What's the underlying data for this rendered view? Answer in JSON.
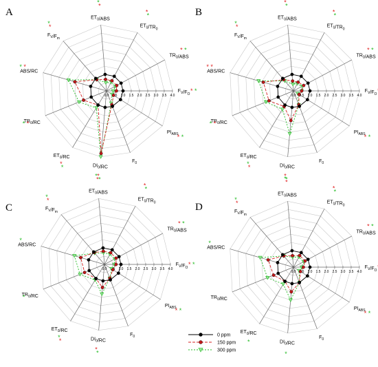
{
  "legend": [
    {
      "name": "0 ppm",
      "color": "#000000",
      "marker": "circle",
      "dash": ""
    },
    {
      "name": "150 ppm",
      "color": "#d42020",
      "marker": "circle",
      "dash": "4,2"
    },
    {
      "name": "300 ppm",
      "color": "#22bb22",
      "marker": "triangle",
      "dash": "2,2"
    }
  ],
  "colors": {
    "red_star": "#e02020",
    "green_star": "#22bb22",
    "web": "#c8c8c8"
  },
  "chart_data": [
    {
      "type": "radar",
      "panel": "A",
      "axes": [
        "F_V/F_O",
        "PI_ABS",
        "F_0",
        "DI_0/RC",
        "ET_0/RC",
        "TR_0/RC",
        "ABS/RC",
        "F_V/F_m",
        "ET_0/ABS",
        "ET_0/TR_0",
        "TR_0/ABS"
      ],
      "axis_labels": [
        "Fv/Fo",
        "PIABS",
        "F0",
        "DI0/RC",
        "ET0/RC",
        "TR0/RC",
        "ABS/RC",
        "Fv/Fm",
        "ET0/ABS",
        "ET0/TR0",
        "TR0/ABS"
      ],
      "ticks": [
        "0.0",
        "0.5",
        "1.0",
        "1.5",
        "2.0",
        "2.5",
        "3.0",
        "3.5",
        "4.0"
      ],
      "rlim": [
        0,
        4
      ],
      "series": [
        {
          "name": "0 ppm",
          "values": [
            1,
            1,
            1,
            1,
            1,
            1,
            1,
            1,
            1,
            1,
            1
          ]
        },
        {
          "name": "150 ppm",
          "values": [
            0.6,
            0.5,
            0.9,
            3.8,
            1.0,
            1.5,
            2.0,
            0.9,
            0.7,
            0.7,
            0.7
          ]
        },
        {
          "name": "300 ppm",
          "values": [
            0.4,
            0.4,
            0.8,
            4.0,
            1.2,
            1.8,
            2.4,
            0.9,
            0.5,
            0.6,
            0.6
          ]
        }
      ],
      "stars": [
        {
          "axis": 0,
          "marks": [
            "red",
            "green"
          ]
        },
        {
          "axis": 1,
          "marks": [
            "red",
            "green"
          ]
        },
        {
          "axis": 3,
          "marks": [
            "red",
            "green"
          ]
        },
        {
          "axis": 4,
          "marks": [
            "red",
            "green"
          ]
        },
        {
          "axis": 5,
          "marks": [
            "green",
            "red"
          ]
        },
        {
          "axis": 6,
          "marks": [
            "green",
            "red"
          ]
        },
        {
          "axis": 7,
          "marks": [
            "green",
            "red"
          ]
        },
        {
          "axis": 8,
          "marks": [
            "green",
            "red"
          ]
        },
        {
          "axis": 9,
          "marks": [
            "red",
            "green"
          ]
        },
        {
          "axis": 10,
          "marks": [
            "red",
            "green"
          ]
        }
      ]
    },
    {
      "type": "radar",
      "panel": "B",
      "axes": [
        "F_V/F_O",
        "PI_ABS",
        "F_0",
        "DI_0/RC",
        "ET_0/RC",
        "TR_0/RC",
        "ABS/RC",
        "F_V/F_m",
        "ET_0/ABS",
        "ET_0/TR_0",
        "TR_0/ABS"
      ],
      "axis_labels": [
        "Fv/Fo",
        "PIABS",
        "F0",
        "DI0/RC",
        "ET0/RC",
        "TR0/RC",
        "ABS/RC",
        "Fv/Fm",
        "ET0/ABS",
        "ET0/TR0",
        "TR0/ABS"
      ],
      "ticks": [
        "0.0",
        "0.5",
        "1.0",
        "1.5",
        "2.0",
        "2.5",
        "3.0",
        "3.5",
        "4.0"
      ],
      "rlim": [
        0,
        4
      ],
      "series": [
        {
          "name": "0 ppm",
          "values": [
            1,
            1,
            1,
            1,
            1,
            1,
            1,
            1,
            1,
            1,
            1
          ]
        },
        {
          "name": "150 ppm",
          "values": [
            0.5,
            0.4,
            0.9,
            1.8,
            1.1,
            1.6,
            1.9,
            0.9,
            0.6,
            0.6,
            0.7
          ]
        },
        {
          "name": "300 ppm",
          "values": [
            0.5,
            0.3,
            0.9,
            2.6,
            1.3,
            1.8,
            2.2,
            0.8,
            0.4,
            0.5,
            0.6
          ]
        }
      ],
      "stars": [
        {
          "axis": 0,
          "marks": [
            "red",
            "green"
          ]
        },
        {
          "axis": 1,
          "marks": [
            "red",
            "green"
          ]
        },
        {
          "axis": 3,
          "marks": [
            "red",
            "green"
          ]
        },
        {
          "axis": 4,
          "marks": [
            "green",
            "red"
          ]
        },
        {
          "axis": 5,
          "marks": [
            "green",
            "red"
          ]
        },
        {
          "axis": 6,
          "marks": [
            "red",
            "red"
          ]
        },
        {
          "axis": 7,
          "marks": [
            "green",
            "red"
          ]
        },
        {
          "axis": 8,
          "marks": [
            "red",
            "green"
          ]
        },
        {
          "axis": 9,
          "marks": [
            "red",
            "green"
          ]
        },
        {
          "axis": 10,
          "marks": [
            "red",
            "green"
          ]
        }
      ]
    },
    {
      "type": "radar",
      "panel": "C",
      "axes": [
        "F_V/F_O",
        "PI_ABS",
        "F_0",
        "DI_0/RC",
        "ET_0/RC",
        "TR_0/RC",
        "ABS/RC",
        "F_V/F_m",
        "ET_0/ABS",
        "ET_0/TR_0",
        "TR_0/ABS"
      ],
      "axis_labels": [
        "Fv/Fo",
        "PIABS",
        "F0",
        "DI0/RC",
        "ET0/RC",
        "TR0/RC",
        "ABS/RC",
        "Fv/Fm",
        "ET0/ABS",
        "ET0/TR0",
        "TR0/ABS"
      ],
      "ticks": [
        "0.0",
        "0.5",
        "1.0",
        "1.5",
        "2.0",
        "2.5",
        "3.0",
        "3.5",
        "4.0"
      ],
      "rlim": [
        0,
        4
      ],
      "series": [
        {
          "name": "0 ppm",
          "values": [
            1,
            1,
            1,
            1,
            1,
            1,
            1,
            1,
            1,
            1,
            1
          ]
        },
        {
          "name": "150 ppm",
          "values": [
            0.7,
            0.6,
            0.9,
            1.4,
            1.0,
            1.3,
            1.5,
            0.95,
            0.8,
            0.8,
            0.8
          ]
        },
        {
          "name": "300 ppm",
          "values": [
            0.6,
            0.5,
            0.9,
            1.8,
            1.1,
            1.6,
            1.9,
            0.9,
            0.7,
            0.7,
            0.7
          ]
        }
      ],
      "stars": [
        {
          "axis": 0,
          "marks": [
            "red",
            "green"
          ]
        },
        {
          "axis": 1,
          "marks": [
            "red",
            "green"
          ]
        },
        {
          "axis": 3,
          "marks": [
            "red",
            "green"
          ]
        },
        {
          "axis": 4,
          "marks": [
            "green",
            "red"
          ]
        },
        {
          "axis": 5,
          "marks": [
            "green"
          ]
        },
        {
          "axis": 6,
          "marks": [
            "green"
          ]
        },
        {
          "axis": 7,
          "marks": [
            "green",
            "red"
          ]
        },
        {
          "axis": 8,
          "marks": [
            "green",
            "red"
          ]
        },
        {
          "axis": 9,
          "marks": [
            "red",
            "green"
          ]
        },
        {
          "axis": 10,
          "marks": [
            "red",
            "green"
          ]
        }
      ]
    },
    {
      "type": "radar",
      "panel": "D",
      "axes": [
        "F_V/F_O",
        "PI_ABS",
        "F_0",
        "DI_0/RC",
        "ET_0/RC",
        "TR_0/RC",
        "ABS/RC",
        "F_V/F_m",
        "ET_0/ABS",
        "ET_0/TR_0",
        "TR_0/ABS"
      ],
      "axis_labels": [
        "Fv/Fo",
        "PIABS",
        "F0",
        "DI0/RC",
        "ET0/RC",
        "TR0/RC",
        "ABS/RC",
        "Fv/Fm",
        "ET0/ABS",
        "ET0/TR0",
        "TR0/ABS"
      ],
      "ticks": [
        "0.0",
        "0.5",
        "1.0",
        "1.5",
        "2.0",
        "2.5",
        "3.0",
        "3.5",
        "4.0"
      ],
      "rlim": [
        0,
        4
      ],
      "series": [
        {
          "name": "0 ppm",
          "values": [
            1,
            1,
            1,
            1,
            1,
            1,
            1,
            1,
            1,
            1,
            1
          ]
        },
        {
          "name": "150 ppm",
          "values": [
            0.6,
            0.5,
            1.0,
            1.5,
            1.0,
            1.3,
            1.6,
            0.9,
            0.7,
            0.8,
            0.8
          ]
        },
        {
          "name": "300 ppm",
          "values": [
            0.5,
            0.4,
            1.0,
            2.0,
            1.2,
            1.7,
            2.1,
            0.9,
            0.6,
            0.7,
            0.7
          ]
        }
      ],
      "stars": [
        {
          "axis": 0,
          "marks": [
            "red",
            "green"
          ]
        },
        {
          "axis": 1,
          "marks": [
            "red",
            "green"
          ]
        },
        {
          "axis": 3,
          "marks": [
            "green"
          ]
        },
        {
          "axis": 4,
          "marks": [
            "green"
          ]
        },
        {
          "axis": 6,
          "marks": [
            "green"
          ]
        },
        {
          "axis": 7,
          "marks": [
            "green",
            "red"
          ]
        },
        {
          "axis": 8,
          "marks": [
            "green",
            "red"
          ]
        },
        {
          "axis": 9,
          "marks": [
            "red",
            "green"
          ]
        },
        {
          "axis": 10,
          "marks": [
            "red",
            "green"
          ]
        }
      ]
    }
  ]
}
